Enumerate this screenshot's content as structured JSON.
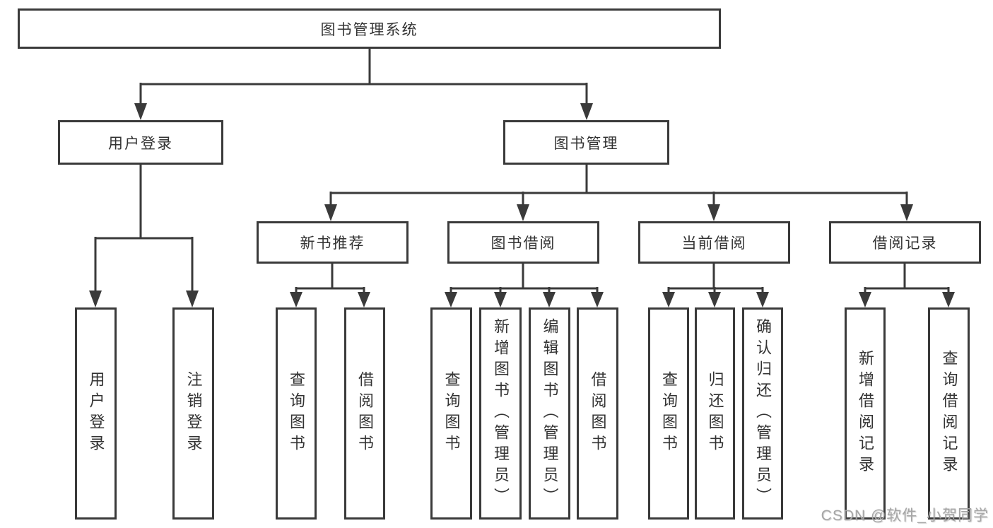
{
  "title": "图书管理系统",
  "colors": {
    "line": "#3a3a3a",
    "text": "#333333",
    "background": "#ffffff",
    "watermark": "#a6a6a6"
  },
  "tree": {
    "root": "图书管理系统",
    "branches": [
      {
        "label": "用户登录",
        "children": [
          "用户登录",
          "注销登录"
        ]
      },
      {
        "label": "图书管理",
        "children": [
          {
            "label": "新书推荐",
            "children": [
              "查询图书",
              "借阅图书"
            ]
          },
          {
            "label": "图书借阅",
            "children": [
              "查询图书",
              "新增图书（管理员）",
              "编辑图书（管理员）",
              "借阅图书"
            ]
          },
          {
            "label": "当前借阅",
            "children": [
              "查询图书",
              "归还图书",
              "确认归还（管理员）"
            ]
          },
          {
            "label": "借阅记录",
            "children": [
              "新增借阅记录",
              "查询借阅记录"
            ]
          }
        ]
      }
    ]
  },
  "watermark": "CSDN @软件_小贺同学"
}
